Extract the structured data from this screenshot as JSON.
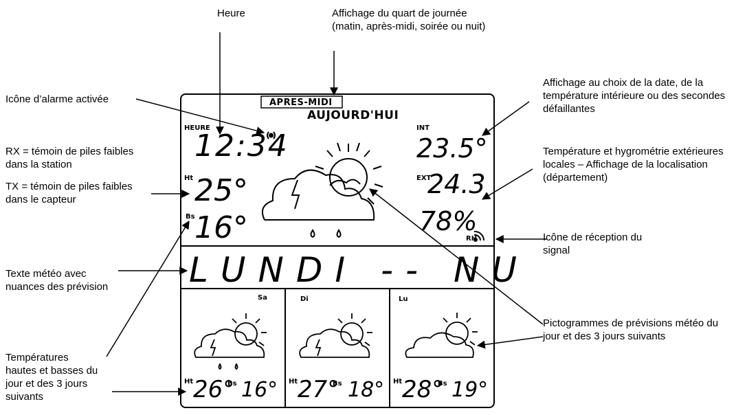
{
  "callouts": {
    "heure": "Heure",
    "quart": "Affichage du quart de journée (matin, après-midi, soirée ou nuit)",
    "alarme": "Icône d’alarme activée",
    "rx": "RX = témoin de piles faibles dans la station",
    "tx": "TX = témoin de piles faibles dans le capteur",
    "texte_meteo": "Texte météo avec nuances des prévision",
    "temperatures": "Températures hautes et basses du jour et des 3 jours suivants",
    "choix_date": "Affichage au choix de la date, de la température intérieure ou des secondes défaillantes",
    "temp_ext": "Température et hygrométrie extérieures locales – Affichage de la localisation (département)",
    "reception": "Icône de réception du signal",
    "pictogrammes": "Pictogrammes de prévisions météo du jour et des 3 jours suivants"
  },
  "display": {
    "period": "APRES-MIDI",
    "today": "AUJOURD'HUI",
    "heure_label": "HEURE",
    "time": "12:34",
    "ht_label": "Ht",
    "high": "25°",
    "bs_label": "Bs",
    "low": "16°",
    "int_label": "INT",
    "indoor": "23.5°",
    "ext_label": "EXT",
    "outdoor": "24.3",
    "humidity": "78%",
    "rh_label": "RH",
    "forecast_text": "LUNDI -- NU",
    "days": [
      {
        "day": "Sa",
        "ht_label": "Ht",
        "high": "26°",
        "bs_label": "Bs",
        "low": "16°"
      },
      {
        "day": "Di",
        "ht_label": "Ht",
        "high": "27°",
        "bs_label": "Bs",
        "low": "18°"
      },
      {
        "day": "Lu",
        "ht_label": "Ht",
        "high": "28°",
        "bs_label": "Bs",
        "low": "19°"
      }
    ]
  }
}
